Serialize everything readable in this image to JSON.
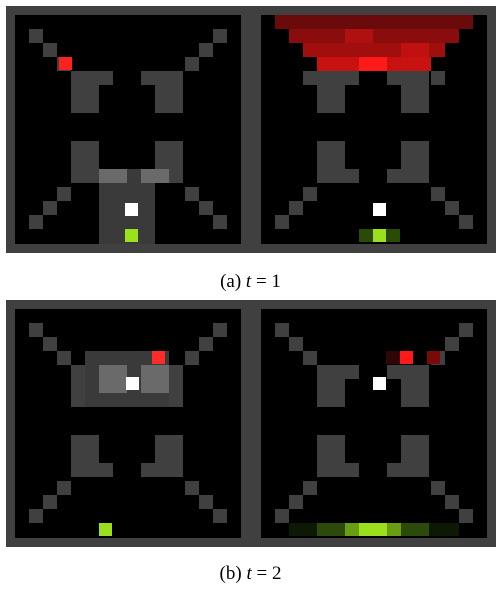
{
  "figure": {
    "caption_a": {
      "prefix": "(a) ",
      "var": "t",
      "rest": " = 1"
    },
    "caption_b": {
      "prefix": "(b) ",
      "var": "t",
      "rest": " = 2"
    }
  },
  "colors": {
    "background": "#ffffff",
    "wall": "#404040",
    "floor": "#000000",
    "agent": "#ffffff",
    "goal": "#9be01c",
    "red_marker": "#ff2a2a"
  }
}
